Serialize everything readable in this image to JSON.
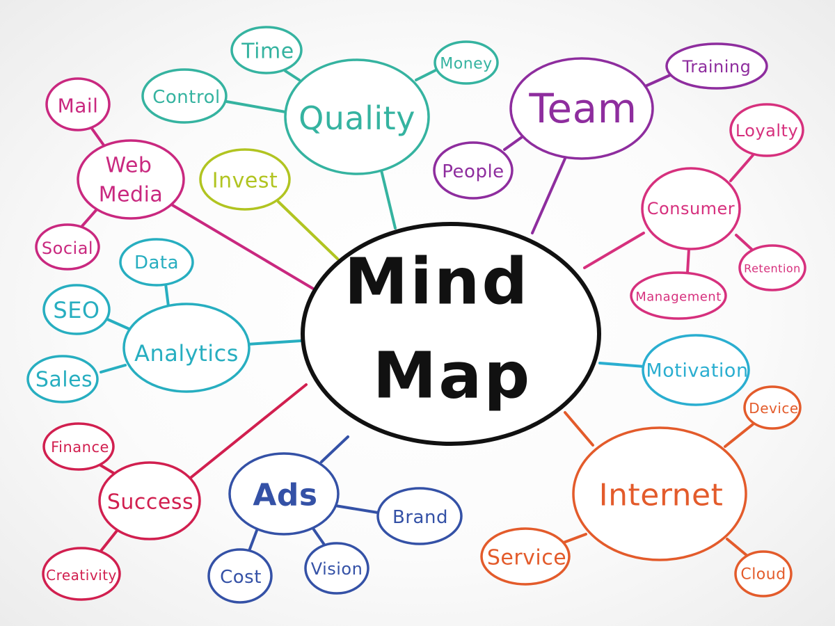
{
  "center": {
    "line1": "Mind",
    "line2": "Map",
    "color": "#111111"
  },
  "palette": {
    "quality": "#35b3a0",
    "team": "#8e2d9e",
    "invest": "#b1c421",
    "web": "#c9287f",
    "consumer": "#d6307d",
    "analytics": "#27aec0",
    "motivation": "#2aaed0",
    "success": "#d11f4f",
    "ads": "#3451a6",
    "internet": "#e35b2b"
  },
  "nodes": {
    "quality": "Quality",
    "time": "Time",
    "money": "Money",
    "control": "Control",
    "team": "Team",
    "training": "Training",
    "people": "People",
    "invest": "Invest",
    "web_media_line1": "Web",
    "web_media_line2": "Media",
    "mail": "Mail",
    "social": "Social",
    "consumer": "Consumer",
    "loyalty": "Loyalty",
    "retention": "Retention",
    "management": "Management",
    "analytics": "Analytics",
    "data": "Data",
    "seo": "SEO",
    "sales": "Sales",
    "motivation": "Motivation",
    "success": "Success",
    "finance": "Finance",
    "creativity": "Creativity",
    "ads": "Ads",
    "brand": "Brand",
    "cost": "Cost",
    "vision": "Vision",
    "internet": "Internet",
    "device": "Device",
    "service": "Service",
    "cloud": "Cloud"
  }
}
